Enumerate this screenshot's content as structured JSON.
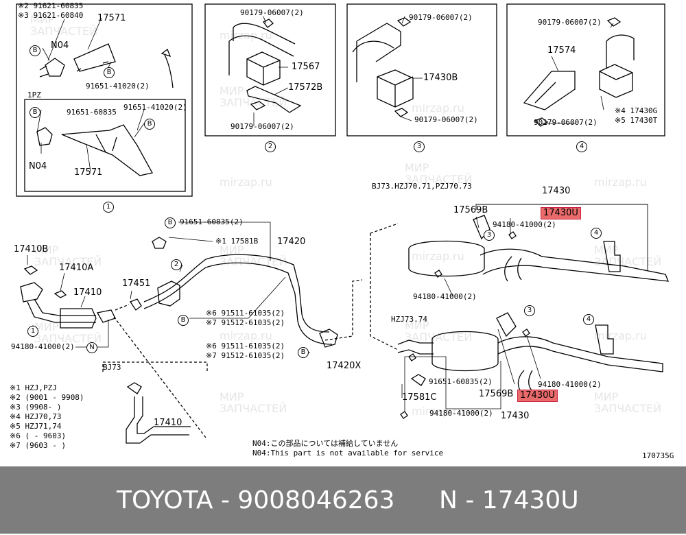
{
  "watermark": {
    "brand_ru": "МИР ЗАПЧАСТЕЙ",
    "site": "mirzap.ru"
  },
  "insets": [
    {
      "number": "1",
      "labels": {
        "p1": "※2 91621-60835",
        "p2": "※3 91621-60840",
        "n04a": "N04",
        "part_17571a": "17571",
        "p3": "91651-41020(2)",
        "engine": "1PZ",
        "p4": "91651-60835",
        "p5": "91651-41020(2)",
        "n04b": "N04",
        "part_17571b": "17571"
      }
    },
    {
      "number": "2",
      "labels": {
        "p1": "90179-06007(2)",
        "p2": "17567",
        "p3": "17572B",
        "p4": "90179-06007(2)"
      }
    },
    {
      "number": "3",
      "labels": {
        "p1": "90179-06007(2)",
        "p2": "17430B",
        "p3": "90179-06007(2)"
      }
    },
    {
      "number": "4",
      "labels": {
        "p1": "90179-06007(2)",
        "p2": "17574",
        "p3": "※4 17430G",
        "p4": "90179-06007(2)",
        "p5": "※5 17430T"
      }
    }
  ],
  "main": {
    "p17410B": "17410B",
    "p17410A": "17410A",
    "p17410": "17410",
    "p17451": "17451",
    "p94180_a": "94180-41000(2)",
    "n": "N",
    "ref1": "1",
    "ref2": "2",
    "p91651_a": "91651-60835(2)",
    "p17581B": "※1 17581B",
    "p17420": "17420",
    "p91511_a": "※6 91511-61035(2)",
    "p91512_a": "※7 91512-61035(2)",
    "p91511_b": "※6 91511-61035(2)",
    "p91512_b": "※7 91512-61035(2)",
    "p17420X": "17420X",
    "bj73": "BJ73",
    "p17410_bj": "17410",
    "section_top": "BJ73.HZJ70.71,PZJ70.73",
    "p17430_top": "17430",
    "p17569B_top": "17569B",
    "p17430U_top": "17430U",
    "p94180_top": "94180-41000(2)",
    "p94180_top2": "94180-41000(2)",
    "ref3a": "3",
    "ref4a": "4",
    "section_bottom": "HZJ73.74",
    "p91651_b": "91651-60835(2)",
    "p17581C": "17581C",
    "p17569B_bot": "17569B",
    "p17430U_bot": "17430U",
    "p94180_bot": "94180-41000(2)",
    "p94180_bot2": "94180-41000(2)",
    "p17430_bot": "17430",
    "ref3b": "3",
    "ref4b": "4"
  },
  "legend": [
    "※1 HZJ,PZJ",
    "※2 (9001 - 9908)",
    "※3 (9908-     )",
    "※4 HZJ70,73",
    "※5 HZJ71,74",
    "※6 (      - 9603)",
    "※7 (9603 -      )"
  ],
  "note": {
    "jp": "N04:この部品については補給していません",
    "en": "N04:This part is not available for service"
  },
  "figure_code": "170735G",
  "footer": {
    "left": "TOYOTA - 9008046263",
    "right": "N - 17430U"
  },
  "colors": {
    "highlight": "#e86a6a",
    "footer_bg": "#7d7d7d",
    "watermark": "#e6e6e6"
  }
}
